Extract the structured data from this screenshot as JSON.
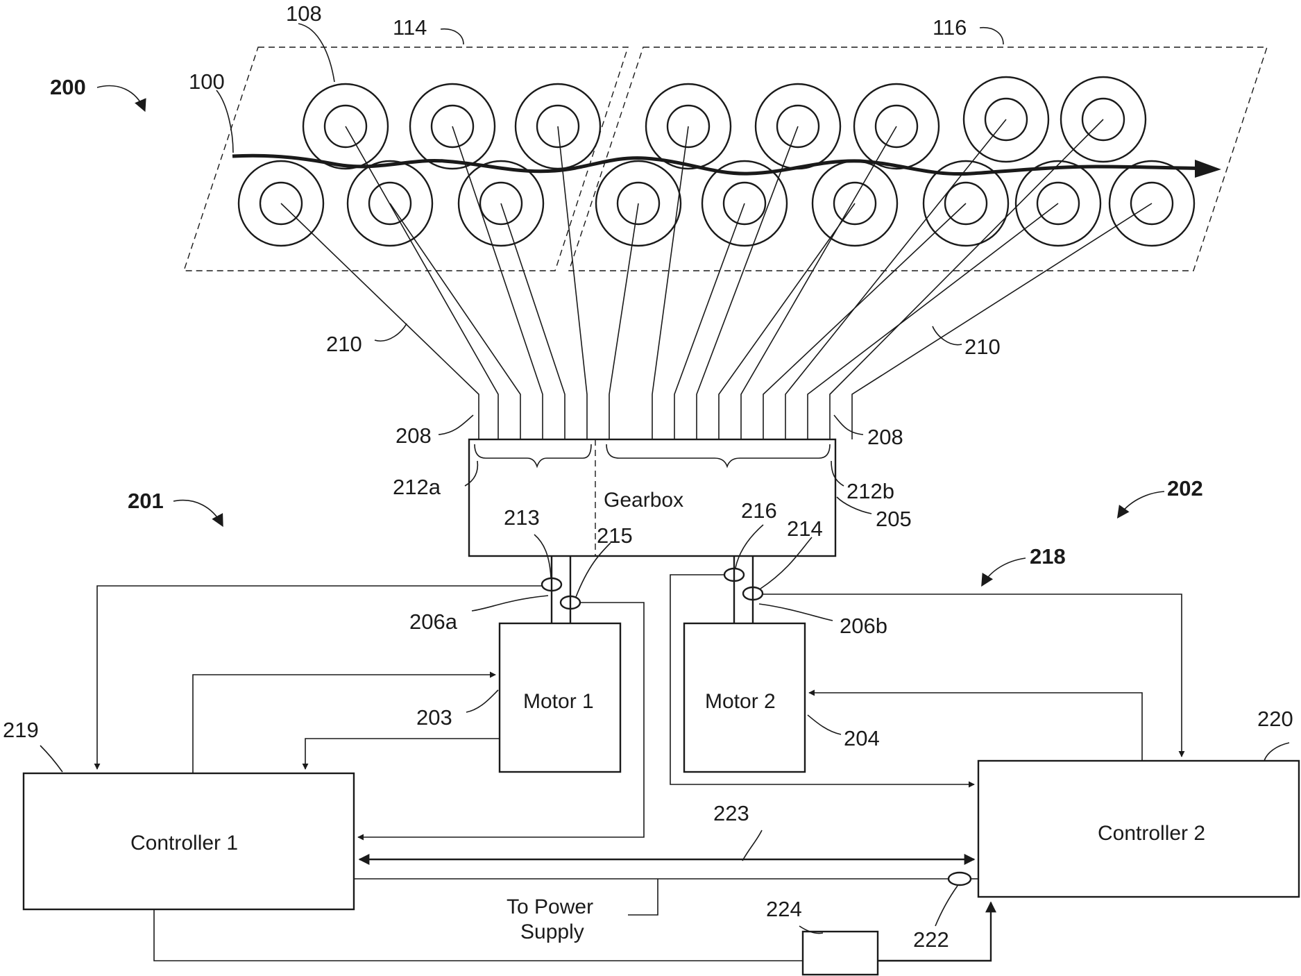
{
  "figure": {
    "labels": {
      "fig_200": "200",
      "fig_201": "201",
      "fig_202": "202",
      "fig_218": "218",
      "ref_100": "100",
      "ref_108": "108",
      "ref_114": "114",
      "ref_116": "116",
      "ref_210_left": "210",
      "ref_210_right": "210",
      "ref_208_left": "208",
      "ref_208_right": "208",
      "ref_212a": "212a",
      "ref_212b": "212b",
      "ref_205": "205",
      "ref_213": "213",
      "ref_215": "215",
      "ref_216": "216",
      "ref_214": "214",
      "ref_206a": "206a",
      "ref_206b": "206b",
      "ref_203": "203",
      "ref_204": "204",
      "ref_219": "219",
      "ref_220": "220",
      "ref_223": "223",
      "ref_222": "222",
      "ref_224": "224"
    },
    "boxes": {
      "gearbox": "Gearbox",
      "motor1": "Motor 1",
      "motor2": "Motor 2",
      "controller1": "Controller 1",
      "controller2": "Controller 2"
    },
    "power_supply": {
      "line1": "To Power",
      "line2": "Supply"
    }
  }
}
